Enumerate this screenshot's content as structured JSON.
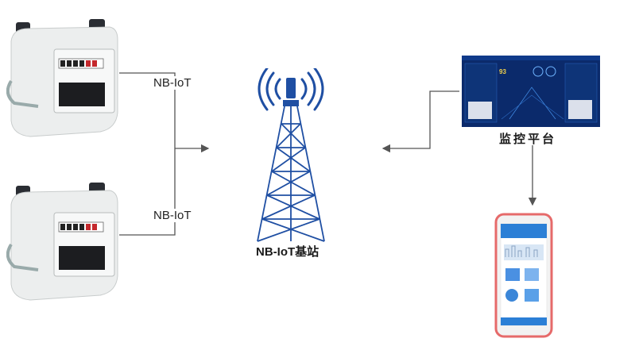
{
  "diagram": {
    "link_labels": [
      "NB-IoT",
      "NB-IoT"
    ],
    "base_station_label": "NB-IoT基站",
    "platform_label": "监控平台",
    "platform_screen": {
      "kpi_value": "93"
    },
    "devices": {
      "meter_top": "gas-meter-icon",
      "meter_bottom": "gas-meter-icon",
      "tower": "cell-tower-icon",
      "monitor": "monitoring-screen-icon",
      "phone": "smartphone-icon"
    },
    "colors": {
      "tower": "#1f4fa3",
      "connector": "#555555",
      "screen_bg": "#0b2a6b",
      "phone_frame": "#e66a6a"
    }
  }
}
